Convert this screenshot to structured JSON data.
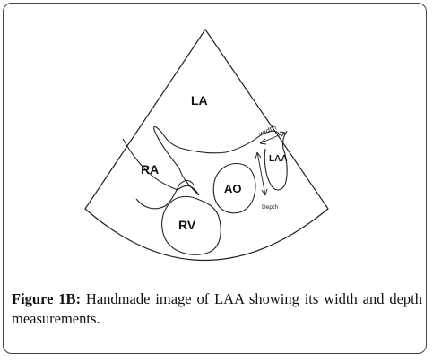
{
  "diagram": {
    "labels": {
      "la": "LA",
      "ra": "RA",
      "rv": "RV",
      "ao": "AO",
      "laa": "LAA",
      "width": "width",
      "depth": "Depth"
    }
  },
  "caption": {
    "prefix": "Figure 1B:",
    "text": " Handmade image of LAA showing its width and depth measurements."
  }
}
